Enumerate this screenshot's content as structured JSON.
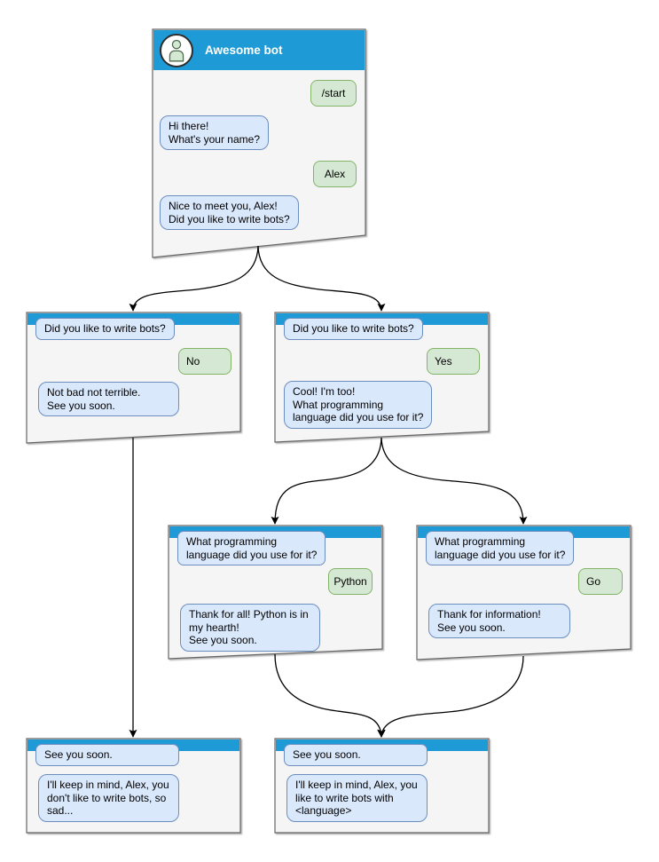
{
  "colors": {
    "header_blue": "#1E9BD7",
    "window_fill": "#F5F5F5",
    "window_border": "#666666",
    "bot_bubble_fill": "#DAE8FC",
    "bot_bubble_border": "#6C8EBF",
    "user_bubble_fill": "#D5E8D4",
    "user_bubble_border": "#82B366"
  },
  "root_window": {
    "title": "Awesome bot",
    "avatar_icon": "person-icon",
    "user_start": "/start",
    "bot_greeting": "Hi there!\nWhat's your name?",
    "user_name": "Alex",
    "bot_question": "Nice to meet you, Alex!\nDid you like to write bots?"
  },
  "branch_no": {
    "question": "Did you like to write bots?",
    "answer": "No",
    "reply": "Not bad not terrible.\nSee you soon."
  },
  "branch_yes": {
    "question": "Did you like to write bots?",
    "answer": "Yes",
    "reply": "Cool! I'm too!\nWhat programming\nlanguage did you use for it?"
  },
  "branch_python": {
    "question": "What programming\nlanguage did you use for it?",
    "answer": "Python",
    "reply": "Thank for all! Python is in\nmy hearth!\nSee you soon."
  },
  "branch_go": {
    "question": "What programming\nlanguage did you use for it?",
    "answer": "Go",
    "reply": "Thank for information!\nSee you soon."
  },
  "end_no": {
    "context": "See you soon.",
    "reply": "I'll keep in mind, Alex, you\ndon't like to write bots, so\nsad..."
  },
  "end_yes": {
    "context": "See you soon.",
    "reply": "I'll keep in mind, Alex, you\nlike to write bots with\n<language>"
  }
}
